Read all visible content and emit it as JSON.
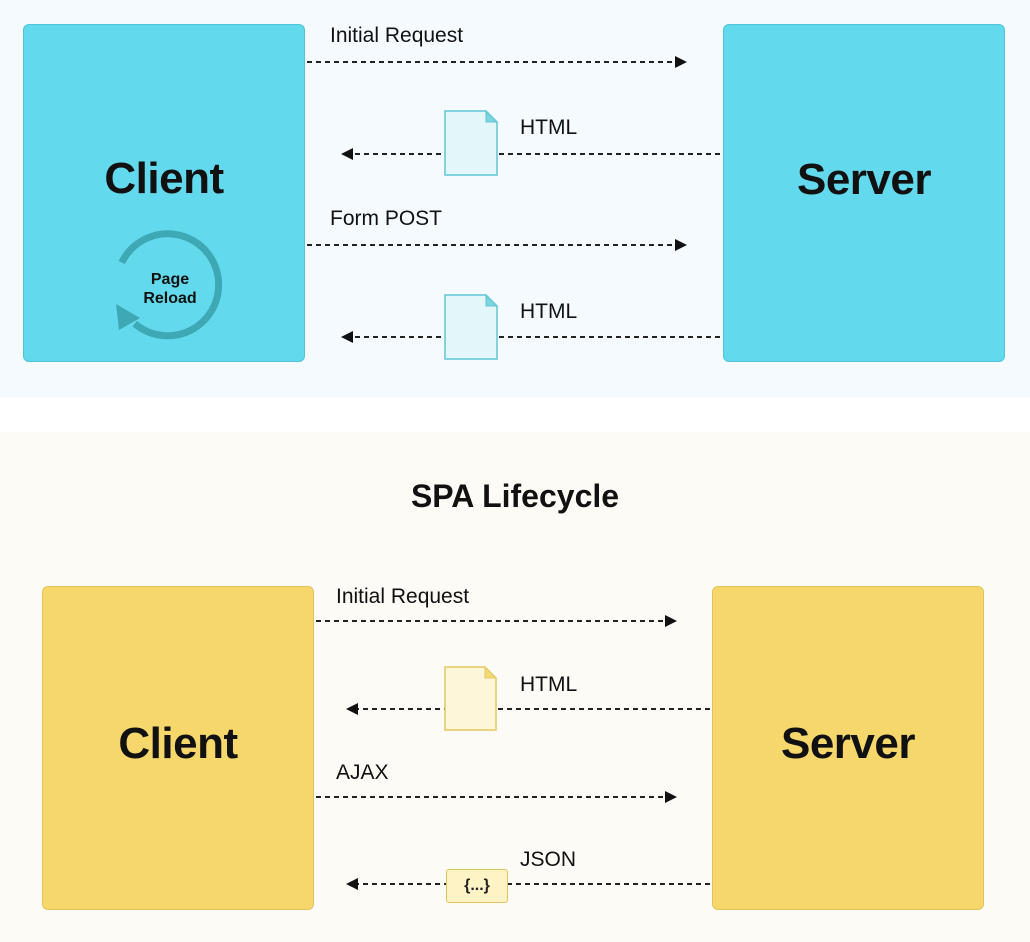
{
  "traditional": {
    "client_label": "Client",
    "server_label": "Server",
    "reload_line1": "Page",
    "reload_line2": "Reload",
    "arrows": {
      "initial_request": "Initial Request",
      "html_response_1": "HTML",
      "form_post": "Form POST",
      "html_response_2": "HTML"
    },
    "colors": {
      "box": "#62d9ec",
      "document": "#e3f7fb",
      "reload_icon": "#3ea8b4"
    }
  },
  "spa": {
    "title": "SPA Lifecycle",
    "client_label": "Client",
    "server_label": "Server",
    "arrows": {
      "initial_request": "Initial Request",
      "html_response": "HTML",
      "ajax": "AJAX",
      "json_response": "JSON"
    },
    "json_badge": "{...}",
    "colors": {
      "box": "#f5d76b",
      "document": "#fdf6d8"
    }
  }
}
